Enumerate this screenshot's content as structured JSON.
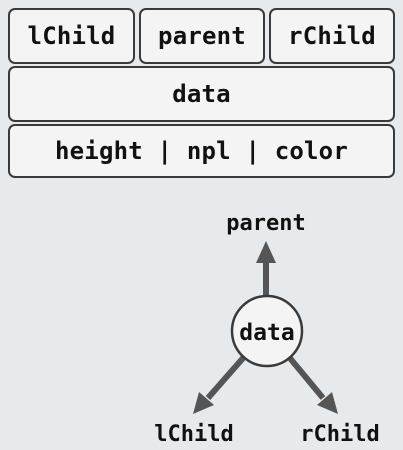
{
  "node_struct": {
    "lchild": "lChild",
    "parent": "parent",
    "rchild": "rChild",
    "data": "data",
    "meta": "height | npl | color"
  },
  "tree": {
    "parent_label": "parent",
    "node_label": "data",
    "lchild_label": "lChild",
    "rchild_label": "rChild"
  },
  "colors": {
    "background": "#e6eaec",
    "cell_fill": "#f4f4f4",
    "border": "#3a3a3a",
    "arrow": "#555555",
    "text": "#111111"
  }
}
